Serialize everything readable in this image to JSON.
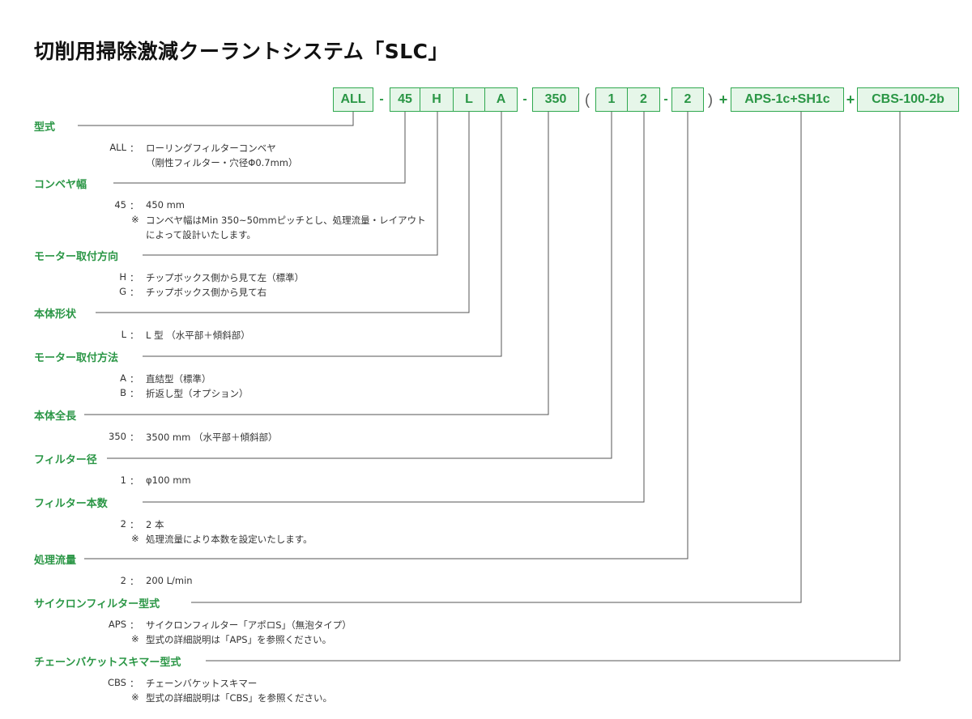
{
  "title": "切削用掃除激減クーラントシステム「SLC」",
  "model_code": {
    "all": "ALL",
    "dash1": "-",
    "width": "45",
    "motor_dir": "H",
    "body_shape": "L",
    "motor_method": "A",
    "dash2": "-",
    "length": "350",
    "paren_open": "(",
    "filter_dia": "1",
    "filter_count": "2",
    "dash3": "-",
    "flow": "2",
    "paren_close": ")",
    "plus1": "+",
    "cyclone": "APS-1c+SH1c",
    "plus2": "+",
    "cbs": "CBS-100-2b"
  },
  "colon": "：",
  "sections": {
    "type": {
      "heading": "型式",
      "code": "ALL",
      "line1": "ローリングフィルターコンベヤ",
      "line2": "（剛性フィルター・穴径Φ0.7mm）"
    },
    "width": {
      "heading": "コンベヤ幅",
      "code": "45",
      "line1": "450 mm",
      "note_mark": "※",
      "note1": "コンベヤ幅はMin 350~50mmピッチとし、処理流量・レイアウト",
      "note2": "によって設計いたします。"
    },
    "motor_dir": {
      "heading": "モーター取付方向",
      "opt1_code": "H",
      "opt1_text": "チップボックス側から見て左（標準）",
      "opt2_code": "G",
      "opt2_text": "チップボックス側から見て右"
    },
    "body_shape": {
      "heading": "本体形状",
      "code": "L",
      "line1": "L 型 （水平部＋傾斜部）"
    },
    "motor_method": {
      "heading": "モーター取付方法",
      "opt1_code": "A",
      "opt1_text": "直結型（標準）",
      "opt2_code": "B",
      "opt2_text": "折返し型（オプション）"
    },
    "length": {
      "heading": "本体全長",
      "code": "350",
      "line1": "3500 mm （水平部＋傾斜部）"
    },
    "filter_dia": {
      "heading": "フィルター径",
      "code": "1",
      "line1": "φ100 mm"
    },
    "filter_count": {
      "heading": "フィルター本数",
      "code": "2",
      "line1": "2 本",
      "note_mark": "※",
      "note1": "処理流量により本数を設定いたします。"
    },
    "flow": {
      "heading": "処理流量",
      "code": "2",
      "line1": "200 L/min"
    },
    "cyclone": {
      "heading": "サイクロンフィルター型式",
      "code": "APS",
      "line1": "サイクロンフィルター「アポロS」（無泡タイプ）",
      "note_mark": "※",
      "note1": "型式の詳細説明は「APS」を参照ください。"
    },
    "cbs": {
      "heading": "チェーンバケットスキマー型式",
      "code": "CBS",
      "line1": "チェーンバケットスキマー",
      "note_mark": "※",
      "note1": "型式の詳細説明は「CBS」を参照ください。"
    }
  },
  "colors": {
    "accent": "#2a9645",
    "box_bg": "#e6f6e9",
    "box_border": "#2fa84f",
    "line": "#555555"
  }
}
